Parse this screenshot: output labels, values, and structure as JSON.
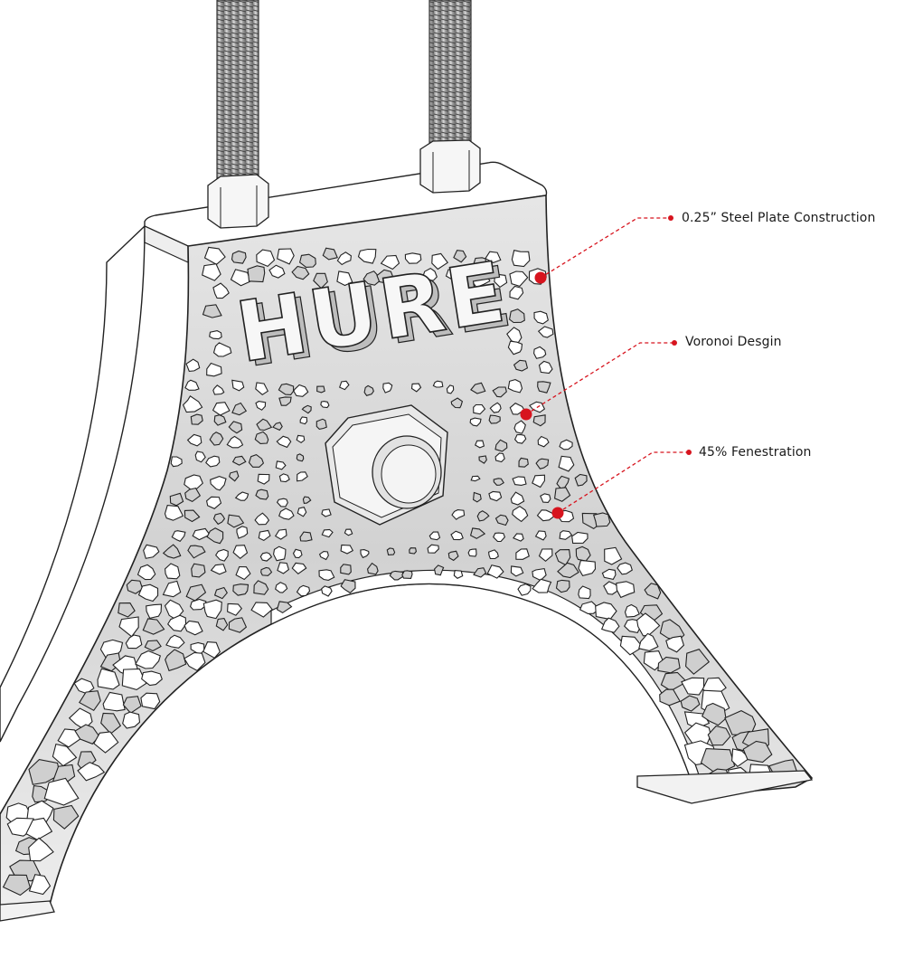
{
  "diagram": {
    "subject": "Voronoi steel table leg",
    "brand_text": "HURE",
    "accent_color": "#d7141e",
    "line_color": "#222222",
    "fill_light": "#f4f4f4",
    "fill_shade": "#d9d9d9"
  },
  "callouts": [
    {
      "label": "0.25”  Steel Plate Construction",
      "target": "top-plate-edge"
    },
    {
      "label": "Voronoi Desgin",
      "target": "voronoi-cutouts"
    },
    {
      "label": "45% Fenestration",
      "target": "open-cells"
    }
  ]
}
